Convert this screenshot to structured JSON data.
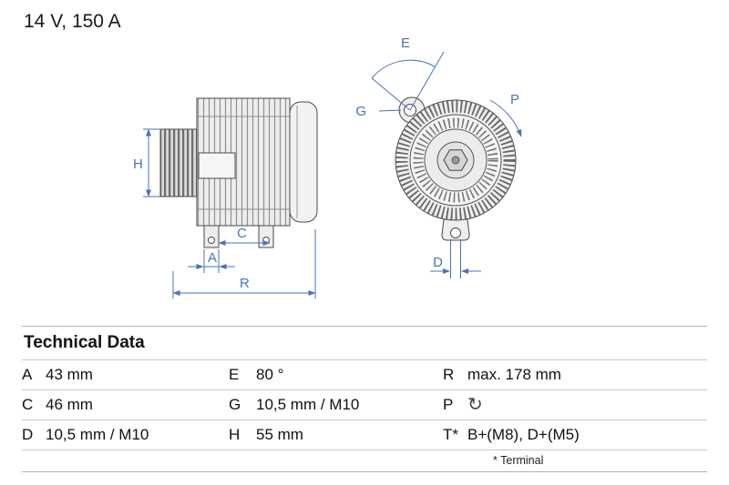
{
  "header": {
    "title": "14 V, 150 A"
  },
  "drawing": {
    "labels": {
      "h": "H",
      "a": "A",
      "c": "C",
      "r": "R",
      "e": "E",
      "g": "G",
      "p": "P",
      "d": "D"
    },
    "dimension_color": "#4a72b8"
  },
  "table": {
    "heading": "Technical Data",
    "rows": [
      {
        "c1k": "A",
        "c1v": "43 mm",
        "c2k": "E",
        "c2v": "80 °",
        "c3k": "R",
        "c3v": "max. 178 mm"
      },
      {
        "c1k": "C",
        "c1v": "46 mm",
        "c2k": "G",
        "c2v": "10,5 mm / M10",
        "c3k": "P",
        "c3v": "↻"
      },
      {
        "c1k": "D",
        "c1v": "10,5 mm / M10",
        "c2k": "H",
        "c2v": "55 mm",
        "c3k": "T*",
        "c3v": "B+(M8), D+(M5)"
      }
    ],
    "footnote": "* Terminal"
  }
}
